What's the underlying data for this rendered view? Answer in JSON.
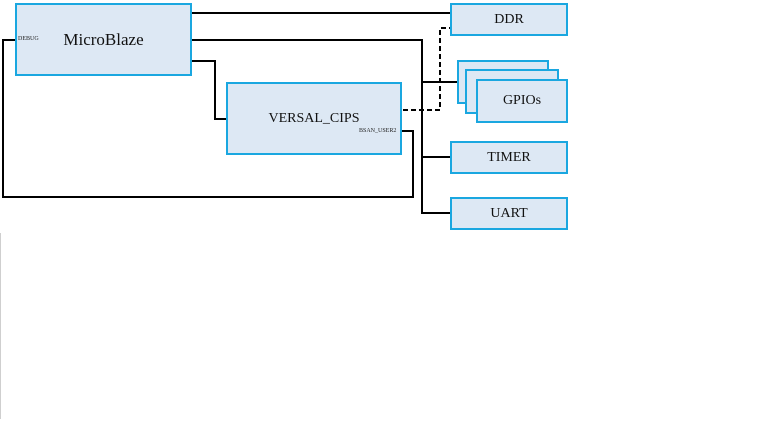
{
  "blocks": {
    "microblaze": {
      "label": "MicroBlaze",
      "port_debug": "DEBUG"
    },
    "versal_cips": {
      "label": "VERSAL_CIPS",
      "port_bscan": "BSAN_USER2"
    },
    "ddr": {
      "label": "DDR"
    },
    "gpios": {
      "label": "GPIOs"
    },
    "timer": {
      "label": "TIMER"
    },
    "uart": {
      "label": "UART"
    }
  },
  "colors": {
    "block_fill": "#dde8f4",
    "block_border": "#1aa7e0",
    "wire": "#000000"
  }
}
